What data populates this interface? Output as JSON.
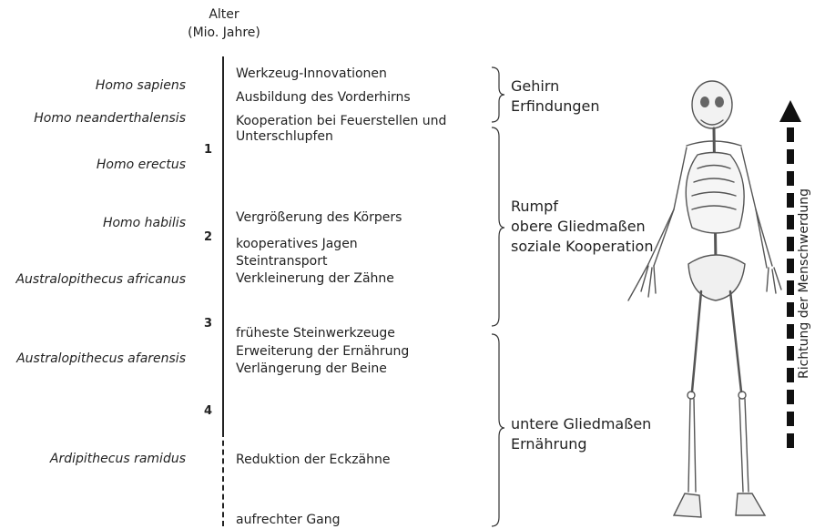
{
  "axis": {
    "title_line1": "Alter",
    "title_line2": "(Mio. Jahre)",
    "ticks": [
      "1",
      "2",
      "3",
      "4"
    ]
  },
  "species": [
    "Homo sapiens",
    "Homo neanderthalensis",
    "Homo erectus",
    "Homo habilis",
    "Australopithecus africanus",
    "Australopithecus afarensis",
    "Ardipithecus ramidus"
  ],
  "traits": [
    "Werkzeug-Innovationen",
    "Ausbildung des Vorderhirns",
    "Kooperation bei Feuerstellen und",
    "Unterschlupfen",
    "Vergrößerung des Körpers",
    "kooperatives Jagen",
    "Steintransport",
    "Verkleinerung der Zähne",
    "früheste Steinwerkzeuge",
    "Erweiterung der Ernährung",
    "Verlängerung der Beine",
    "Reduktion der Eckzähne",
    "aufrechter Gang"
  ],
  "categories": [
    {
      "line1": "Gehirn",
      "line2": "Erfindungen"
    },
    {
      "line1": "Rumpf",
      "line2": "obere Gliedmaßen",
      "line3": "soziale Kooperation"
    },
    {
      "line1": "untere Gliedmaßen",
      "line2": "Ernährung"
    }
  ],
  "direction_label": "Richtung der Menschwerdung",
  "icons": {
    "skeleton": "human-skeleton-illustration",
    "arrow": "dashed-up-arrow"
  }
}
